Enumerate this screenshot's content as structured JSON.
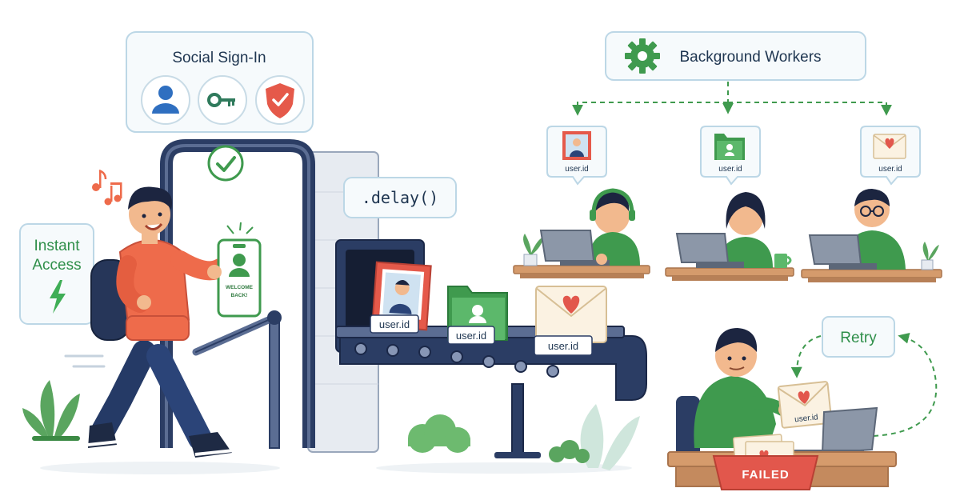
{
  "social_signin": {
    "title": "Social Sign-In",
    "icons": [
      "user-icon",
      "key-icon",
      "shield-check-icon"
    ]
  },
  "instant_access": {
    "line1": "Instant",
    "line2": "Access",
    "icon": "lightning-icon"
  },
  "delay_label": ".delay()",
  "badge": {
    "line1": "WELCOME",
    "line2": "BACK!"
  },
  "conveyor": {
    "items": [
      {
        "icon": "profile-photo-icon",
        "label": "user.id"
      },
      {
        "icon": "folder-icon",
        "label": "user.id"
      },
      {
        "icon": "heart-envelope-icon",
        "label": "user.id"
      }
    ]
  },
  "workers": {
    "title": "Background Workers",
    "icon": "gear-icon",
    "tasks": [
      {
        "icon": "profile-photo-icon",
        "label": "user.id"
      },
      {
        "icon": "folder-icon",
        "label": "user.id"
      },
      {
        "icon": "heart-envelope-icon",
        "label": "user.id"
      }
    ]
  },
  "retry": {
    "label": "Retry",
    "envelope_label": "user.id",
    "failed_label": "FAILED"
  },
  "colors": {
    "navy": "#2b3d64",
    "green": "#3f9a4e",
    "orange": "#ee6b4b",
    "red": "#e2574c",
    "card_border": "#bcd7e6",
    "card_fill": "#f6fafc"
  }
}
